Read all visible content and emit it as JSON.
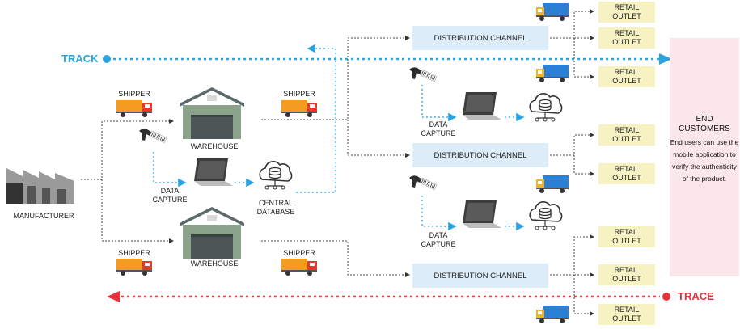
{
  "track_label": "TRACK",
  "trace_label": "TRACE",
  "manufacturer": "MANUFACTURER",
  "shippers": [
    "SHIPPER",
    "SHIPPER",
    "SHIPPER",
    "SHIPPER"
  ],
  "warehouses": [
    "WAREHOUSE",
    "WAREHOUSE"
  ],
  "data_capture": [
    "DATA\nCAPTURE",
    "DATA\nCAPTURE",
    "DATA\nCAPTURE"
  ],
  "central_database": "CENTRAL\nDATABASE",
  "distribution_channels": [
    "DISTRIBUTION CHANNEL",
    "DISTRIBUTION CHANNEL",
    "DISTRIBUTION CHANNEL"
  ],
  "retail_outlets": [
    "RETAIL\nOUTLET",
    "RETAIL\nOUTLET",
    "RETAIL\nOUTLET",
    "RETAIL\nOUTLET",
    "RETAIL\nOUTLET",
    "RETAIL\nOUTLET",
    "RETAIL\nOUTLET",
    "RETAIL\nOUTLET"
  ],
  "end_customers": {
    "title": "END\nCUSTOMERS",
    "description": "End users can use the mobile application to verify the authenticity of the product."
  },
  "colors": {
    "track": "#2aa3e0",
    "trace": "#e8323c",
    "truck_orange": "#f39c1f",
    "truck_blue": "#2b7fd4"
  }
}
